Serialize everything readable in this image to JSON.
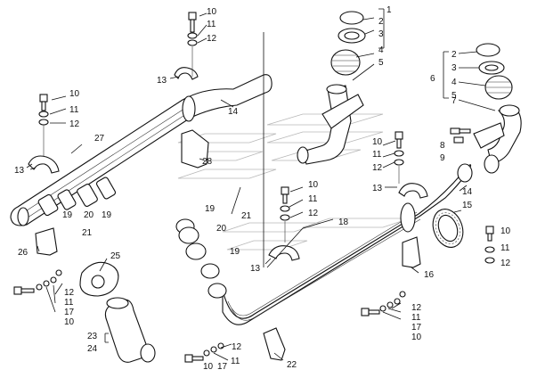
{
  "diagram": {
    "callouts": {
      "c1": "1",
      "c2": "2",
      "c3": "3",
      "c4": "4",
      "c5": "5",
      "c6": "6",
      "c7": "7",
      "c8": "8",
      "c9": "9",
      "c10": "10",
      "c11": "11",
      "c12": "12",
      "c13": "13",
      "c14": "14",
      "c15": "15",
      "c16": "16",
      "c17": "17",
      "c18": "18",
      "c19": "19",
      "c20": "20",
      "c21": "21",
      "c22": "22",
      "c23": "23",
      "c24": "24",
      "c25": "25",
      "c26": "26",
      "c27": "27",
      "c28": "28"
    }
  }
}
